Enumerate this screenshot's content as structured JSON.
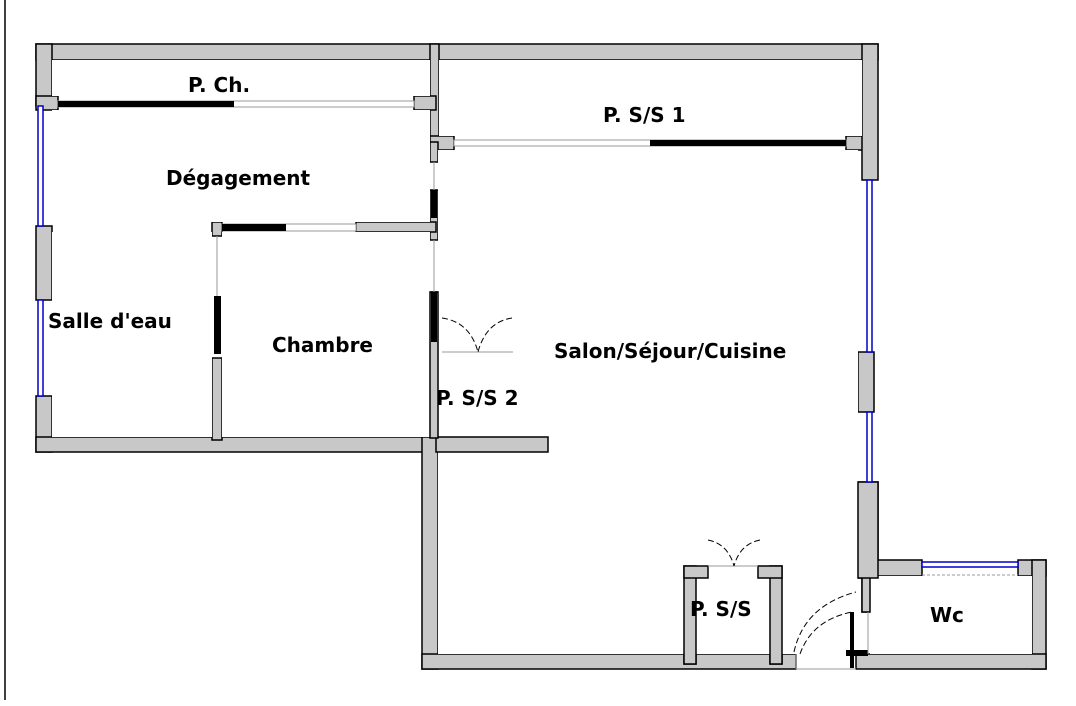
{
  "plan": {
    "rooms": {
      "placard_chambre": "P. Ch.",
      "placard_ss1": "P. S/S 1",
      "degagement": "Dégagement",
      "salle_deau": "Salle d'eau",
      "chambre": "Chambre",
      "sejour": "Salon/Séjour/Cuisine",
      "placard_ss2": "P. S/S 2",
      "placard_ss": "P. S/S",
      "wc": "Wc"
    },
    "colors": {
      "wall_fill": "#c8c8c8",
      "wall_stroke": "#000000",
      "window": "#0000cc",
      "door_solid": "#000000"
    }
  }
}
